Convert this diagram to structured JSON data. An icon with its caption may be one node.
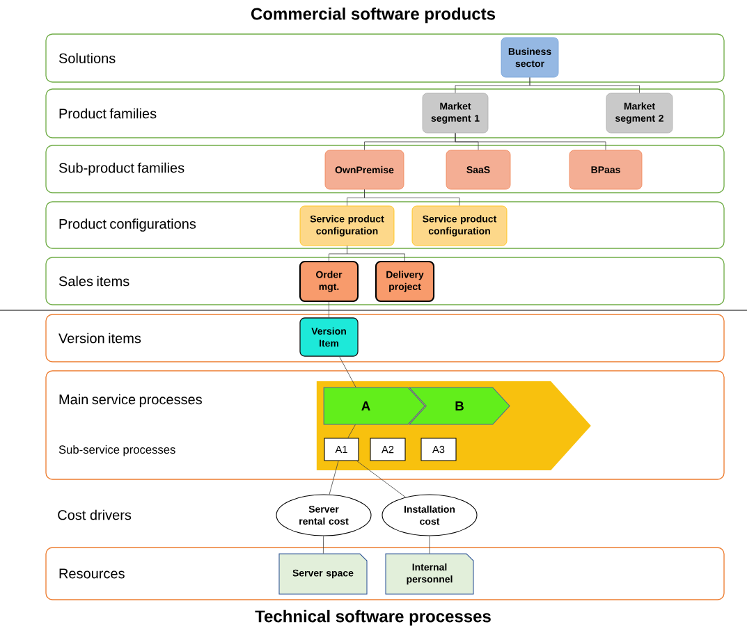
{
  "diagram": {
    "title": "Commercial software products",
    "caption": "Technical software processes",
    "nodes": [
      {
        "text": [
          "Solutions"
        ]
      },
      {
        "text": [
          "Business sector"
        ],
        "in": 0
      },
      {
        "text": [
          "Product families"
        ]
      },
      {
        "text": [
          "Market segment 1"
        ],
        "in": 2
      },
      {
        "text": [
          "Market segment 2"
        ],
        "in": 2
      },
      {
        "text": [
          "Sub-product families"
        ]
      },
      {
        "text": [
          "OwnPremise"
        ],
        "in": 5
      },
      {
        "text": [
          "SaaS"
        ],
        "in": 5
      },
      {
        "text": [
          "BPaas"
        ],
        "in": 5
      },
      {
        "text": [
          "Product configurations"
        ]
      },
      {
        "text": [
          "Service product configuration"
        ],
        "in": 9
      },
      {
        "text": [
          "Service product configuration"
        ],
        "in": 9
      },
      {
        "text": [
          "Sales items"
        ]
      },
      {
        "text": [
          "Order mgt."
        ],
        "in": 12
      },
      {
        "text": [
          "Delivery project"
        ],
        "in": 12
      },
      {
        "text": [
          "Version items"
        ]
      },
      {
        "text": [
          "Version Item"
        ],
        "in": 15
      },
      {
        "text": [
          "Main service processes",
          "Sub-service processes"
        ]
      },
      {
        "text": [],
        "shape": "arrow",
        "in": 17
      },
      {
        "text": [
          "A"
        ],
        "in": 18
      },
      {
        "text": [
          "B"
        ],
        "in": 18
      },
      {
        "text": [
          "A1"
        ],
        "in": 18
      },
      {
        "text": [
          "A2"
        ],
        "in": 18
      },
      {
        "text": [
          "A3"
        ],
        "in": 18
      },
      {
        "text": [
          "Server rental cost"
        ]
      },
      {
        "text": [
          "Installation cost"
        ]
      },
      {
        "text": [
          "Resources"
        ]
      },
      {
        "text": [
          "Server space"
        ],
        "in": 26
      },
      {
        "text": [
          "Internal personnel"
        ],
        "in": 26
      }
    ],
    "edges": [
      {
        "from": 1,
        "to": 3,
        "arrow": "none"
      },
      {
        "from": 1,
        "to": 4,
        "arrow": "none"
      },
      {
        "from": 3,
        "to": 6,
        "arrow": "none"
      },
      {
        "from": 3,
        "to": 7,
        "arrow": "none"
      },
      {
        "from": 3,
        "to": 8,
        "arrow": "none"
      },
      {
        "from": 6,
        "to": 10,
        "arrow": "none"
      },
      {
        "from": 6,
        "to": 11,
        "arrow": "none"
      },
      {
        "from": 10,
        "to": 13,
        "arrow": "none"
      },
      {
        "from": 10,
        "to": 14,
        "arrow": "none"
      },
      {
        "from": 13,
        "to": 16,
        "arrow": "none"
      },
      {
        "from": 16,
        "to": 19,
        "arrow": "none"
      },
      {
        "from": 19,
        "to": 21,
        "arrow": "none"
      },
      {
        "from": 21,
        "to": 24,
        "arrow": "none"
      },
      {
        "from": 21,
        "to": 25,
        "arrow": "none"
      },
      {
        "from": 24,
        "to": 27,
        "arrow": "none"
      },
      {
        "from": 25,
        "to": 28,
        "arrow": "none"
      }
    ],
    "labels": [
      "Cost drivers"
    ]
  }
}
